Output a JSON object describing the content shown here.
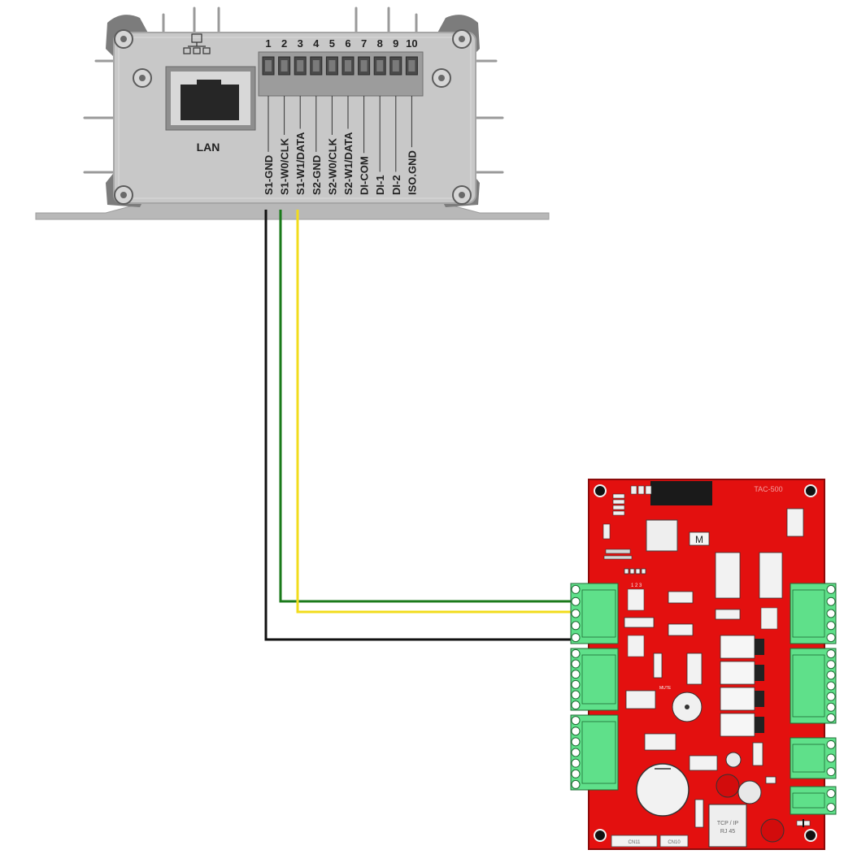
{
  "gateway": {
    "lan_label": "LAN",
    "port_numbers": [
      "1",
      "2",
      "3",
      "4",
      "5",
      "6",
      "7",
      "8",
      "9",
      "10"
    ],
    "terminal_labels": [
      "S1-GND",
      "S1-W0/CLK",
      "S1-W1/DATA",
      "S2-GND",
      "S2-W0/CLK",
      "S2-W1/DATA",
      "DI-COM",
      "DI-1",
      "DI-2",
      "ISO.GND"
    ],
    "network_icon": "network-icon",
    "body_color": "#c8c8c8"
  },
  "wires": [
    {
      "name": "black-wire",
      "color": "#111111"
    },
    {
      "name": "green-wire",
      "color": "#1a7a1a"
    },
    {
      "name": "yellow-wire",
      "color": "#f2dc1c"
    }
  ],
  "controller": {
    "model_label": "TAC-500",
    "board_color": "#e3100f",
    "connector_color": "#5fe08a",
    "rj45_label_line1": "TCP / IP",
    "rj45_label_line2": "RJ 45",
    "cn11_label": "CN11",
    "cn10_label": "CN10",
    "mute_label": "MUTE",
    "header_label": "1 2 3"
  }
}
